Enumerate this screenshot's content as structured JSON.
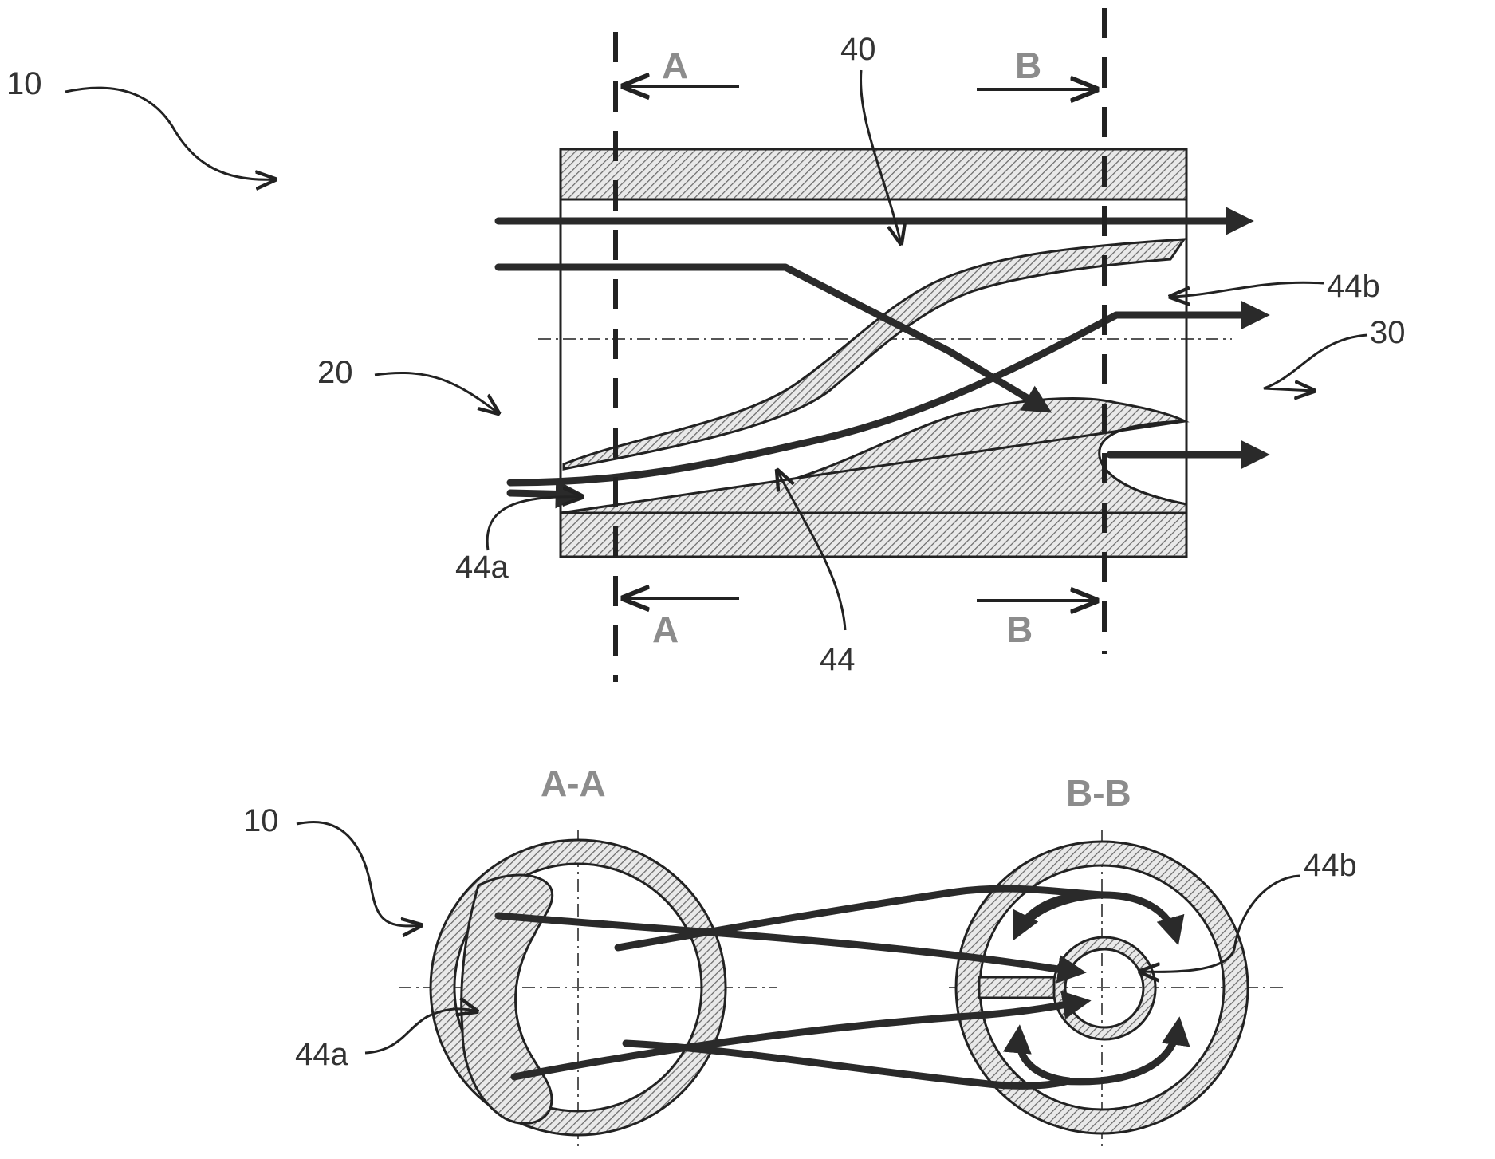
{
  "labels": {
    "ref_10_top": "10",
    "ref_20": "20",
    "ref_30": "30",
    "ref_40": "40",
    "ref_44": "44",
    "ref_44a_top": "44a",
    "ref_44b_top": "44b",
    "ref_10_bottom": "10",
    "ref_44a_bottom": "44a",
    "ref_44b_bottom": "44b"
  },
  "sections": {
    "a_top": "A",
    "a_bottom": "A",
    "b_top": "B",
    "b_bottom": "B",
    "view_aa": "A-A",
    "view_bb": "B-B"
  }
}
